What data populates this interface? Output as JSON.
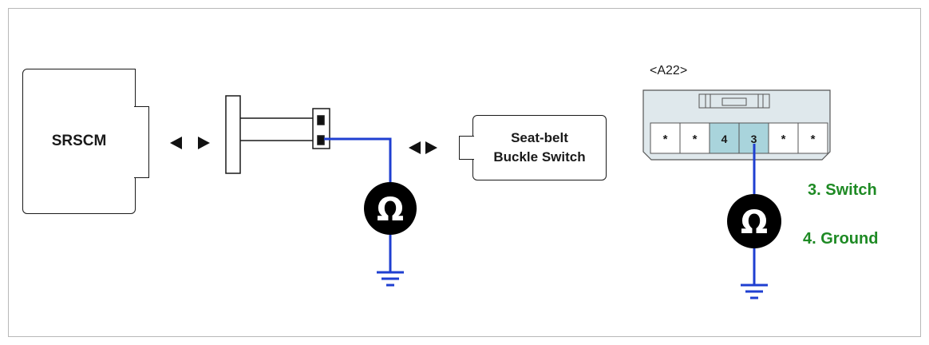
{
  "labels": {
    "srscm": "SRSCM",
    "switch_line1": "Seat-belt",
    "switch_line2": "Buckle Switch",
    "connector_id": "<A22>",
    "legend_switch": "3. Switch",
    "legend_ground": "4. Ground"
  },
  "connector": {
    "pins": [
      "*",
      "*",
      "4",
      "3",
      "*",
      "*"
    ],
    "highlighted_pins": [
      "4",
      "3"
    ]
  },
  "meter_symbol": "Ω",
  "colors": {
    "wire": "#1f3fd1",
    "legend": "#1e8a24",
    "pin_highlight": "#a9d4dc",
    "connector_body": "#dfe8ec",
    "meter": "#000000"
  },
  "icons": [
    "bidirectional-arrow-icon",
    "ohmmeter-icon",
    "ground-icon"
  ]
}
